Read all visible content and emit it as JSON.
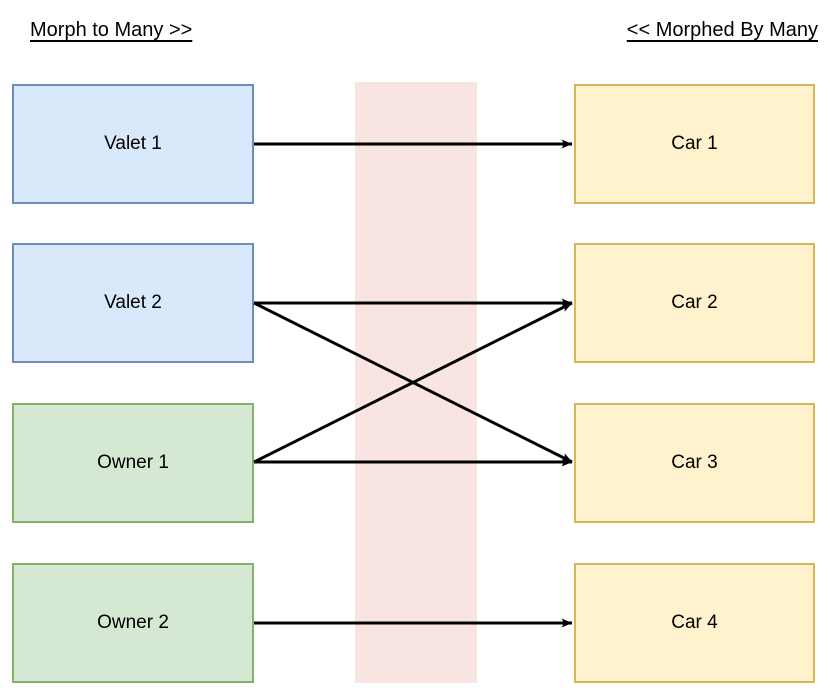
{
  "diagram": {
    "title_left": "Morph to Many >>",
    "title_right": "<< Morphed By Many",
    "colors": {
      "blue_fill": "#dae8fc",
      "blue_border": "#6c8ebf",
      "green_fill": "#d5e8d4",
      "green_border": "#82b366",
      "yellow_fill": "#fff2cc",
      "yellow_border": "#d6b656",
      "band_fill": "#f8e5e1",
      "edge_stroke": "#000000"
    },
    "left_nodes": [
      {
        "label": "Valet 1",
        "type": "valet"
      },
      {
        "label": "Valet 2",
        "type": "valet"
      },
      {
        "label": "Owner 1",
        "type": "owner"
      },
      {
        "label": "Owner 2",
        "type": "owner"
      }
    ],
    "right_nodes": [
      {
        "label": "Car 1"
      },
      {
        "label": "Car 2"
      },
      {
        "label": "Car 3"
      },
      {
        "label": "Car 4"
      }
    ],
    "edges": [
      {
        "from": "Valet 1",
        "to": "Car 1"
      },
      {
        "from": "Valet 2",
        "to": "Car 2"
      },
      {
        "from": "Valet 2",
        "to": "Car 3"
      },
      {
        "from": "Owner 1",
        "to": "Car 2"
      },
      {
        "from": "Owner 1",
        "to": "Car 3"
      },
      {
        "from": "Owner 2",
        "to": "Car 4"
      }
    ]
  }
}
